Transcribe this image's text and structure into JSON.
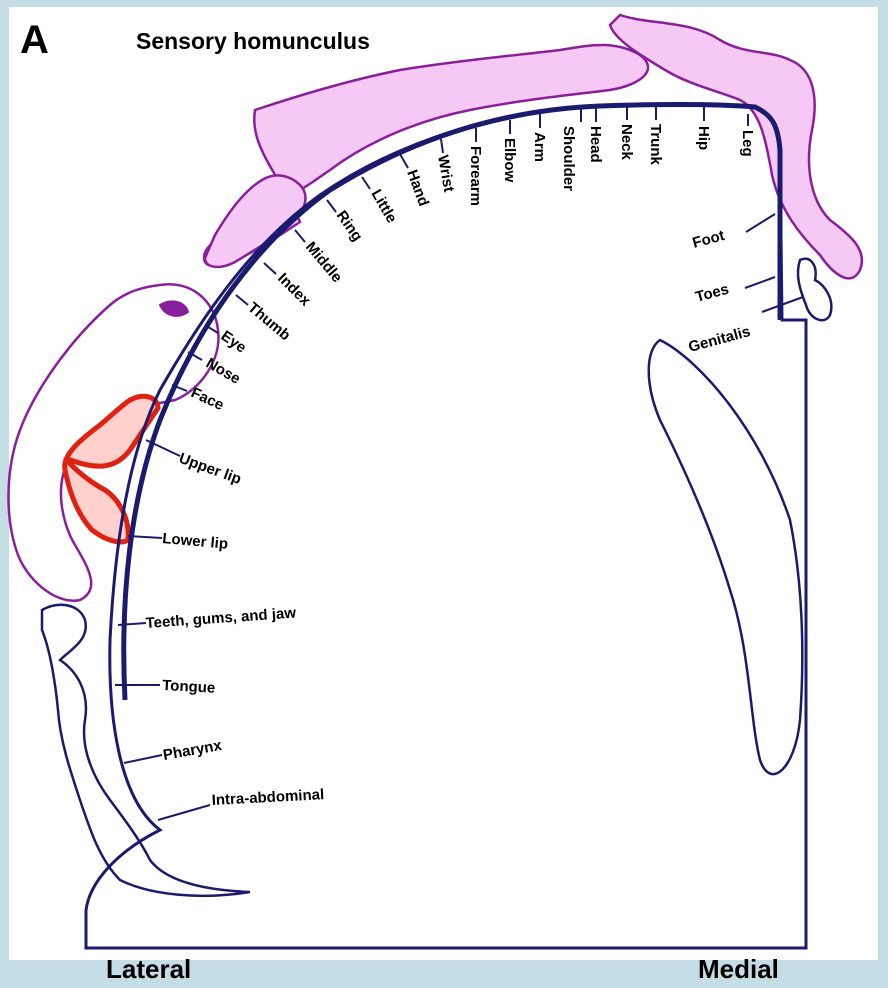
{
  "panel_letter": "A",
  "title": "Sensory homunculus",
  "footer": {
    "left": "Lateral",
    "right": "Medial"
  },
  "colors": {
    "outline": "#1a1a6e",
    "figure_fill": "#f6c8f4",
    "figure_stroke": "#8a1f9c",
    "lips": "#e02010",
    "background": "#c5dde4"
  },
  "labels": {
    "leg": "Leg",
    "hip": "Hip",
    "trunk": "Trunk",
    "neck": "Neck",
    "head": "Head",
    "shoulder": "Shoulder",
    "arm": "Arm",
    "elbow": "Elbow",
    "forearm": "Forearm",
    "wrist": "Wrist",
    "hand": "Hand",
    "little": "Little",
    "ring": "Ring",
    "middle": "Middle",
    "index": "Index",
    "thumb": "Thumb",
    "eye": "Eye",
    "nose": "Nose",
    "face": "Face",
    "upper_lip": "Upper lip",
    "lower_lip": "Lower lip",
    "teeth": "Teeth, gums, and jaw",
    "tongue": "Tongue",
    "pharynx": "Pharynx",
    "intra_abdominal": "Intra-abdominal",
    "foot": "Foot",
    "toes": "Toes",
    "genitalis": "Genitalis"
  }
}
